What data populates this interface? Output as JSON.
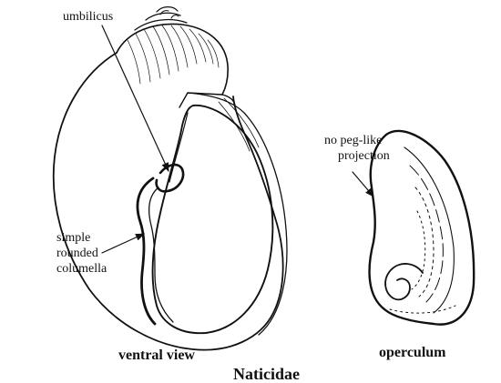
{
  "figure": {
    "family_title": "Naticidae",
    "shell": {
      "umbilicus_label": "umbilicus",
      "columella_label_lines": [
        "simple",
        "rounded",
        "columella"
      ],
      "caption": "ventral view"
    },
    "operculum": {
      "peg_label_lines": [
        "no peg-like",
        "projection"
      ],
      "caption": "operculum"
    }
  }
}
